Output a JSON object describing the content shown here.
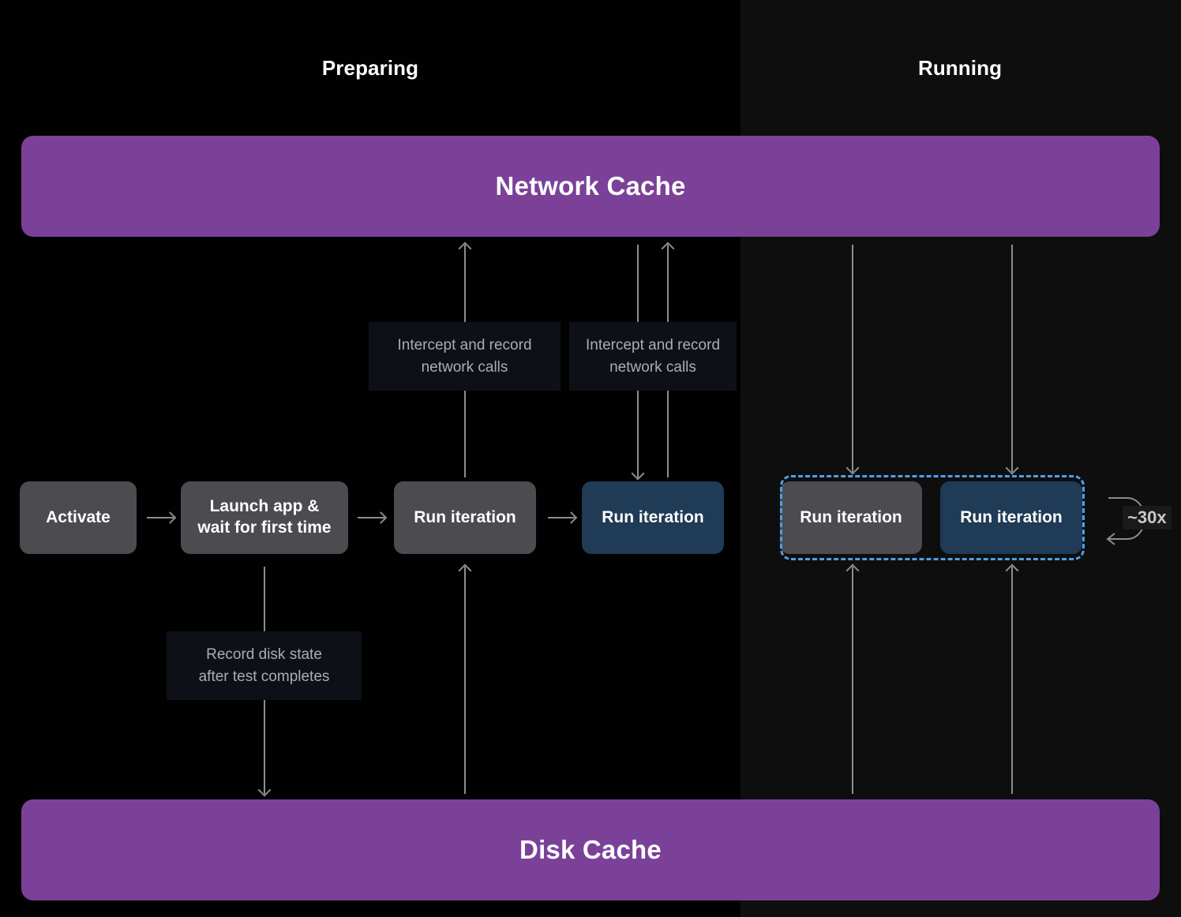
{
  "phases": [
    {
      "id": "preparing",
      "label": "Preparing"
    },
    {
      "id": "running",
      "label": "Running"
    }
  ],
  "caches": {
    "network": {
      "label": "Network Cache",
      "color": "#7b4199"
    },
    "disk": {
      "label": "Disk Cache",
      "color": "#7b4199"
    }
  },
  "nodes": [
    {
      "id": "activate",
      "label": "Activate",
      "phase": "preparing",
      "style": "gray"
    },
    {
      "id": "launch",
      "label": "Launch app & wait for first time",
      "phase": "preparing",
      "style": "gray"
    },
    {
      "id": "run-prep-1",
      "label": "Run iteration",
      "phase": "preparing",
      "style": "gray"
    },
    {
      "id": "run-prep-2",
      "label": "Run iteration",
      "phase": "preparing",
      "style": "blue"
    },
    {
      "id": "run-running-1",
      "label": "Run iteration",
      "phase": "running",
      "style": "gray"
    },
    {
      "id": "run-running-2",
      "label": "Run iteration",
      "phase": "running",
      "style": "blue"
    }
  ],
  "node_lines": {
    "launch_line1": "Launch app &",
    "launch_line2": "wait for first time"
  },
  "annotations": [
    {
      "id": "intercept-1",
      "line1": "Intercept and record",
      "line2": "network calls"
    },
    {
      "id": "intercept-2",
      "line1": "Intercept and record",
      "line2": "network calls"
    },
    {
      "id": "record-disk",
      "line1": "Record disk state",
      "line2": "after test completes"
    }
  ],
  "loop": {
    "count_label": "~30x",
    "highlight_color": "#4e9fe8"
  },
  "colors": {
    "background_preparing": "#010101",
    "background_running": "#0e0e0f",
    "node_gray": "#4b4b50",
    "node_blue": "#1f3b55",
    "cache_purple": "#7b4199",
    "arrow_gray": "#8d8d8d",
    "annotation_bg": "#0d1117",
    "annotation_text": "#a9adb4"
  }
}
